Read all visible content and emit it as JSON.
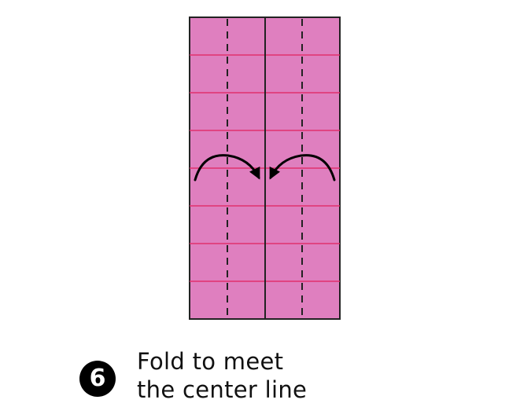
{
  "step": {
    "number": "6",
    "instruction_lines": [
      "Fold to meet",
      "the center line"
    ]
  },
  "diagram": {
    "paper_color": "#df7fbf",
    "grid_line_color": "#e0306e",
    "outline_color": "#222222",
    "fold_line_style": "dashed",
    "fold_direction": "both sides fold inward toward the center line",
    "icons": [
      "curved-arrow-right-icon",
      "curved-arrow-left-icon"
    ]
  }
}
